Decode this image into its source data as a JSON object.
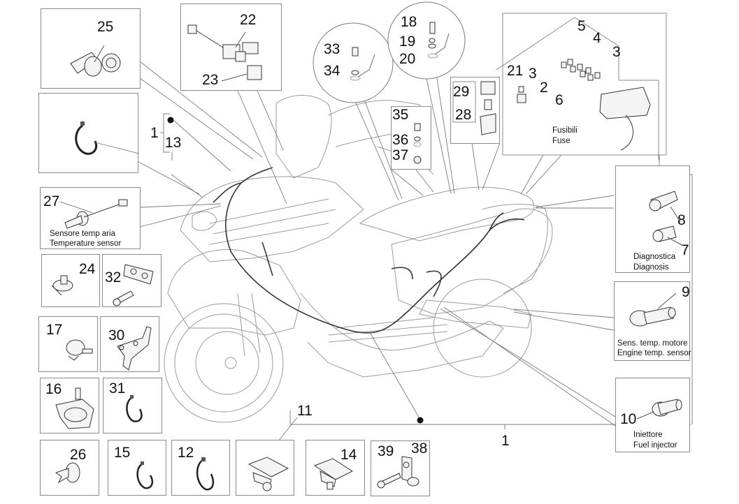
{
  "diagram": {
    "title": "Electrical wiring harness - exploded parts diagram",
    "main_part_ref": "1",
    "bracket_refs": [
      "1",
      "13"
    ],
    "boxes": {
      "b25": {
        "refs": [
          "25"
        ]
      },
      "b22": {
        "refs": [
          "22",
          "23"
        ]
      },
      "b13": {
        "refs": [
          "13"
        ]
      },
      "b27": {
        "refs": [
          "27"
        ],
        "caption_it": "Sensore temp aria",
        "caption_en": "Temperature sensor"
      },
      "b24": {
        "refs": [
          "24"
        ]
      },
      "b32": {
        "refs": [
          "32"
        ]
      },
      "b17": {
        "refs": [
          "17"
        ]
      },
      "b30": {
        "refs": [
          "30"
        ]
      },
      "b16": {
        "refs": [
          "16"
        ]
      },
      "b31": {
        "refs": [
          "31"
        ]
      },
      "b26": {
        "refs": [
          "26"
        ]
      },
      "b15": {
        "refs": [
          "15"
        ]
      },
      "b12": {
        "refs": [
          "12"
        ]
      },
      "b11": {
        "refs": [
          "11"
        ]
      },
      "b14": {
        "refs": [
          "14"
        ]
      },
      "b3938": {
        "refs": [
          "39",
          "38"
        ]
      },
      "c3334": {
        "refs": [
          "33",
          "34"
        ]
      },
      "c181920": {
        "refs": [
          "18",
          "19",
          "20"
        ]
      },
      "b353637": {
        "refs": [
          "35",
          "36",
          "37"
        ]
      },
      "b2928": {
        "refs": [
          "29",
          "28"
        ]
      },
      "fuse": {
        "refs": [
          "5",
          "4",
          "3",
          "21",
          "3",
          "2",
          "6"
        ],
        "caption_it": "Fusibili",
        "caption_en": "Fuse"
      },
      "diag": {
        "refs": [
          "8",
          "7"
        ],
        "caption_it": "Diagnostica",
        "caption_en": "Diagnosis"
      },
      "engine": {
        "refs": [
          "9"
        ],
        "caption_it": "Sens. temp. motore",
        "caption_en": "Engine temp. sensor"
      },
      "injector": {
        "refs": [
          "10"
        ],
        "caption_it": "Iniettore",
        "caption_en": "Fuel injector"
      }
    }
  }
}
